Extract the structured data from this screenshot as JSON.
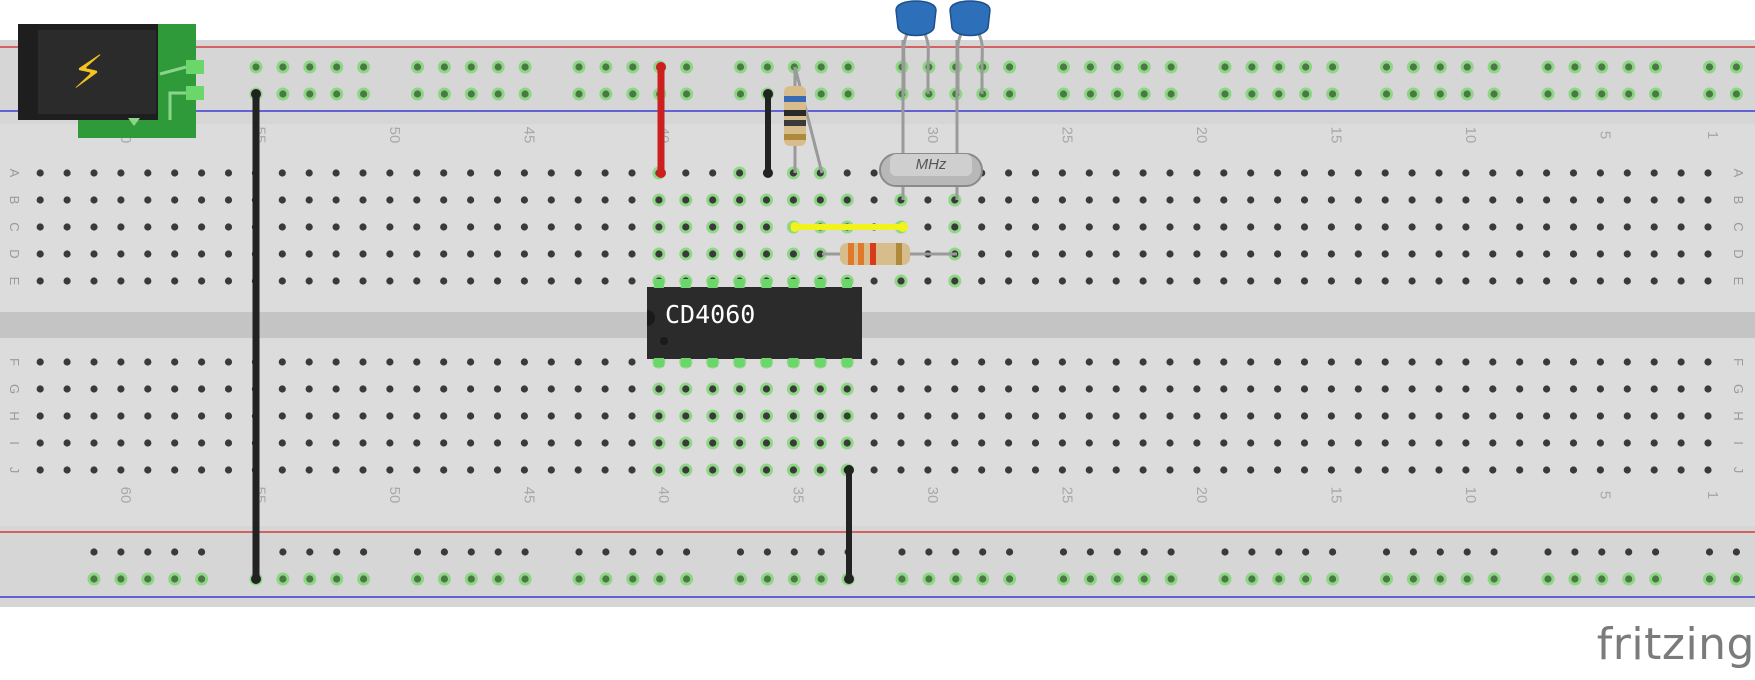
{
  "brand": {
    "text": "fritzing"
  },
  "chip": {
    "label": "CD4060"
  },
  "crystal": {
    "label": "MHz"
  },
  "row_labels": [
    "A",
    "B",
    "C",
    "D",
    "E",
    "F",
    "G",
    "H",
    "I",
    "J"
  ],
  "column_numbers": [
    "60",
    "55",
    "50",
    "45",
    "40",
    "35",
    "30",
    "25",
    "20",
    "15",
    "10",
    "5",
    "1"
  ],
  "power_symbol": "⚡",
  "colors": {
    "board": "#dcdcdc",
    "hole": "#3a3a3a",
    "active_hole": "#76d66a",
    "rail_positive": "#d33b3b",
    "rail_negative": "#3b3bd3",
    "wire_red": "#cc1f1f",
    "wire_black": "#222222",
    "wire_yellow": "#f2f21c",
    "chip_body": "#2b2b2b",
    "capacitor": "#2d6fb8",
    "jack_pcb": "#2e9a3a",
    "brand_text": "#7b7b7b"
  },
  "components": [
    {
      "name": "power-jack",
      "kind": "dc barrel jack"
    },
    {
      "name": "chip",
      "kind": "CD4060 DIP-16"
    },
    {
      "name": "crystal",
      "kind": "MHz crystal"
    },
    {
      "name": "capacitor-1",
      "kind": "ceramic capacitor"
    },
    {
      "name": "capacitor-2",
      "kind": "ceramic capacitor"
    },
    {
      "name": "resistor-vertical",
      "kind": "resistor"
    },
    {
      "name": "resistor-horizontal",
      "kind": "resistor"
    },
    {
      "name": "wire-red",
      "kind": "jumper wire"
    },
    {
      "name": "wire-black-1",
      "kind": "jumper wire"
    },
    {
      "name": "wire-black-2",
      "kind": "jumper wire"
    },
    {
      "name": "wire-black-3",
      "kind": "jumper wire"
    },
    {
      "name": "wire-yellow",
      "kind": "jumper wire"
    }
  ]
}
